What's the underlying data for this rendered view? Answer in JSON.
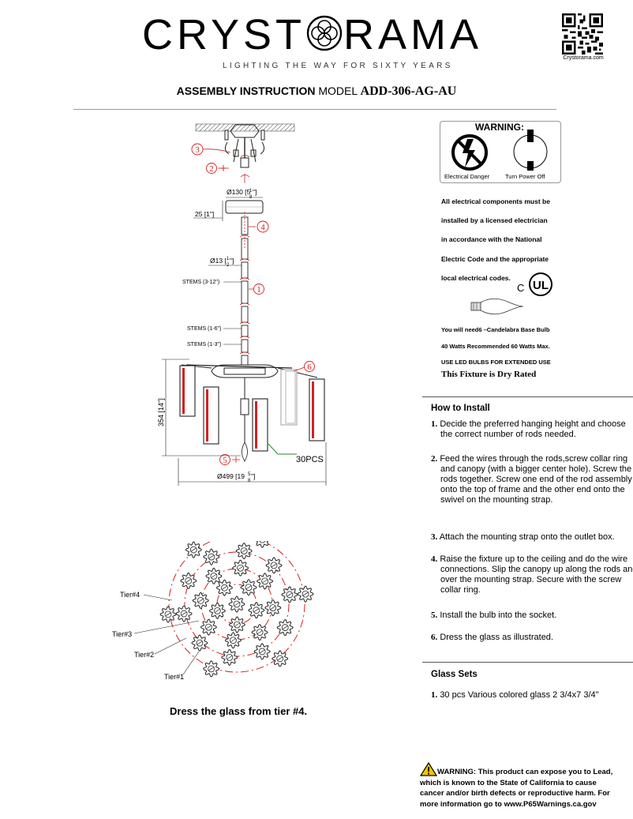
{
  "brand": {
    "logo_left": "CRYST",
    "logo_right": "RAMA",
    "tagline": "LIGHTING THE WAY FOR SIXTY YEARS",
    "qr_caption": "Crystorama.com"
  },
  "title": {
    "bold": "ASSEMBLY INSTRUCTION",
    "normal": "MODEL",
    "model": "ADD-306-AG-AU"
  },
  "diagram": {
    "callouts": [
      "1",
      "2",
      "3",
      "4",
      "5",
      "6"
    ],
    "dim_canopy": "Ø130 [5",
    "dim_canopy_frac_n": "1",
    "dim_canopy_frac_d": "8",
    "dim_canopy_close": "\"]",
    "dim_25": "25 [1\"]",
    "dim_stem": "Ø13 [",
    "dim_stem_frac_n": "1",
    "dim_stem_frac_d": "2",
    "dim_stem_close": "\"]",
    "stems_12": "STEMS (3-12\")",
    "stems_6": "STEMS (1-6\")",
    "stems_3": "STEMS (1-3\")",
    "dim_height": "354 [14\"]",
    "dim_width": "Ø499 [19",
    "dim_width_frac_n": "5",
    "dim_width_frac_d": "8",
    "dim_width_close": "\"]",
    "pcs": "30PCS"
  },
  "warning": {
    "title": "WARNING:",
    "cap_left": "Electrical Danger",
    "cap_right": "Turn Power Off",
    "lines": [
      "All electrical components must be",
      "installed by a licensed electrician",
      "in accordance with the National",
      "Electric Code and the appropriate",
      "local electrical codes."
    ],
    "ul_c": "C",
    "ul": "UL",
    "bulb_lines": [
      "You will need6  –Candelabra Base Bulb",
      "40 Watts Recommended    60 Watts Max.",
      "USE LED BULBS FOR EXTENDED USE"
    ],
    "dry": "This Fixture is Dry Rated"
  },
  "install": {
    "heading": "How to Install",
    "steps": [
      {
        "num": "1.",
        "text": "Decide the preferred hanging height and choose the correct number of rods needed."
      },
      {
        "num": "2.",
        "text": "Feed the wires  through the rods,screw collar ring and canopy (with a bigger center hole). Screw the rods together. Screw one end of the rod assembly onto the top of frame and the other end onto the swivel on the mounting strap."
      },
      {
        "num": "3.",
        "text": "Attach the mounting strap onto the outlet box."
      },
      {
        "num": "4.",
        "text": "Raise the fixture up to the ceiling and do the wire connections. Slip the canopy up along the rods and over the mounting strap. Secure with the screw collar ring."
      },
      {
        "num": "5.",
        "text": "Install the bulb into the socket."
      },
      {
        "num": "6.",
        "text": "Dress the glass as illustrated."
      }
    ]
  },
  "glass": {
    "heading": "Glass Sets",
    "num": "1.",
    "text": "30 pcs Various colored glass  2 3/4x7 3/4\""
  },
  "tiers": {
    "t4": "Tier#4",
    "t3": "Tier#3",
    "t2": "Tier#2",
    "t1": "Tier#1"
  },
  "dress": "Dress the glass from tier #4.",
  "p65": "WARNING: This product can expose you to Lead, which is known to the State of California to cause cancer and/or birth defects or reproductive harm. For more information go to www.P65Warnings.ca.gov",
  "colors": {
    "red": "#d42020",
    "line": "#222222"
  }
}
